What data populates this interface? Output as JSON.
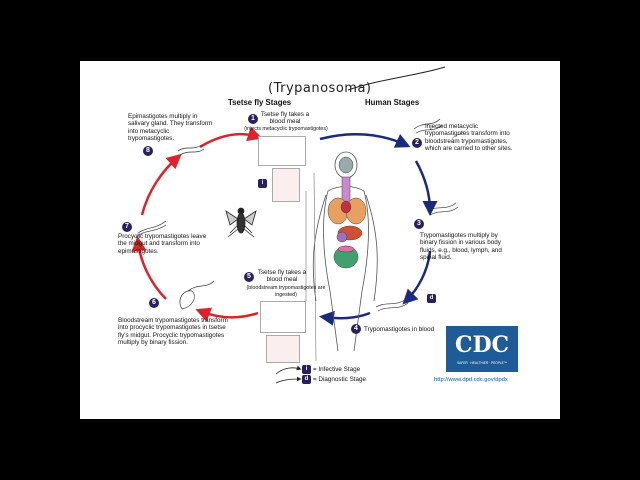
{
  "headers": {
    "tsetse": "Tsetse fly Stages",
    "human": "Human Stages"
  },
  "handwriting": "(Trypanosoma)",
  "stages": [
    {
      "num": "1",
      "title": "Tsetse fly takes a blood meal",
      "note": "(injects metacyclic trypomastigotes)"
    },
    {
      "num": "2",
      "text": "Injected metacyclic trypomastigotes transform into bloodstream trypomastigotes, which are carried to other sites."
    },
    {
      "num": "3",
      "text": "Trypomastigotes multiply by binary fission in various body fluids, e.g., blood, lymph, and spinal fluid."
    },
    {
      "num": "4",
      "text": "Trypomastigotes in blood"
    },
    {
      "num": "5",
      "title": "Tsetse fly takes a blood meal",
      "note": "(bloodstream trypomastigotes are ingested)"
    },
    {
      "num": "6",
      "text": "Bloodstream trypomastigotes transform into procyclic trypomastigotes in tsetse fly's midgut. Procyclic trypomastigotes multiply by binary fission."
    },
    {
      "num": "7",
      "text": "Procyclic trypomastigotes leave the midgut and transform into epimastigotes."
    },
    {
      "num": "8",
      "text": "Epimastigotes multiply in salivary gland. They transform into metacyclic trypomastigotes."
    }
  ],
  "legend": {
    "infective": "= Infective Stage",
    "diagnostic": "= Diagnostic Stage",
    "i_letter": "i",
    "d_letter": "d"
  },
  "logo": {
    "text": "CDC",
    "tagline": "SAFER · HEALTHIER · PEOPLE™",
    "url": "http://www.dpd.cdc.gov/dpdx"
  },
  "colors": {
    "tsetse_arrow": "#e0202a",
    "human_arrow": "#1a2a80",
    "badge": "#2a2060",
    "cdc_blue": "#1f5b96"
  }
}
